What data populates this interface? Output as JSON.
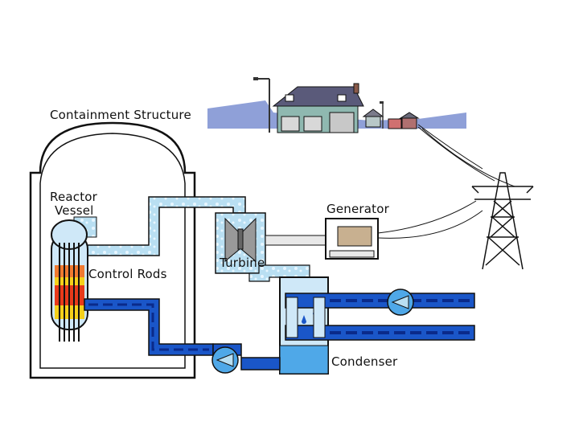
{
  "labels": {
    "containment_structure": "Containment Structure",
    "reactor_vessel_line1": "Reactor",
    "reactor_vessel_line2": "Vessel",
    "control_rods": "Control Rods",
    "generator": "Generator",
    "turbine": "Turbine",
    "condenser": "Condenser"
  },
  "colors": {
    "outline": "#111111",
    "steam_pipe": "#b9dff2",
    "water_pipe": "#1a56c8",
    "water_stripe": "#0a2a8a",
    "condenser_water": "#4fa8e8",
    "core_hot": "#e83a1a",
    "core_warm": "#f5d01a",
    "sky_land": "#8fa0d8",
    "house": "#8fb8b0",
    "roof": "#5a5a7a",
    "generator_body": "#c8b090",
    "machinery_gray": "#d0d0d0"
  },
  "icons": {
    "house": "house-icon",
    "power_tower": "transmission-tower-icon",
    "street_lamp": "street-lamp-icon",
    "pump": "pump-icon"
  }
}
